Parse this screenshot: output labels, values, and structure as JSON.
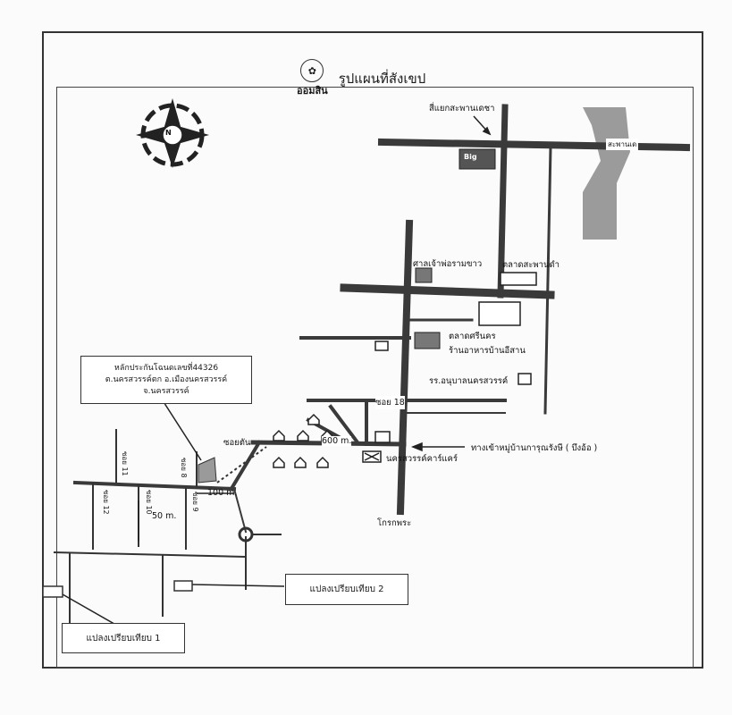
{
  "header": {
    "logo_glyph": "✿",
    "bank_name": "ออมสิน",
    "title": "รูปแผนที่สังเขป"
  },
  "compass": {
    "north_label": "N"
  },
  "labels": {
    "intersection_saphan_decha": "สี่แยกสะพานเดชา",
    "bridge_label": "สะพานเด",
    "big_c": "Big",
    "shrine": "ศาลเจ้าพ่อรามขาว",
    "market_saphan_dam": "ตลาดสะพานดำ",
    "market_srinakorn": "ตลาดศรีนคร",
    "restaurant": "ร้านอาหารบ้านอีสาน",
    "school": "รร.อนุบาลนครสวรรค์",
    "soi_18": "ซอย 18",
    "soi_dead_end": "ซอยตัน",
    "distance_600": "600 m.",
    "distance_100": "100 m.",
    "distance_50": "50 m.",
    "entrance": "ทางเข้าหมู่บ้านการุณรังษี ( บึงอ้อ )",
    "car_care": "นครสวรรค์คาร์แคร์",
    "khok_phra": "โกรกพระ",
    "soi_11": "ซอย 11",
    "soi_12": "ซอย 12",
    "soi_8": "ซอย 8",
    "soi_10": "ซอย 10",
    "soi_9": "ซอย 9"
  },
  "collateral_box": {
    "line1": "หลักประกันโฉนดเลขที่44326",
    "line2": "ต.นครสวรรค์ตก อ.เมืองนครสวรรค์",
    "line3": "จ.นครสวรรค์"
  },
  "comparison_1": "แปลงเปรียบเทียบ 1",
  "comparison_2": "แปลงเปรียบเทียบ 2",
  "colors": {
    "road": "#3a3a3a",
    "river": "#8a8a8a",
    "line": "#333333"
  }
}
